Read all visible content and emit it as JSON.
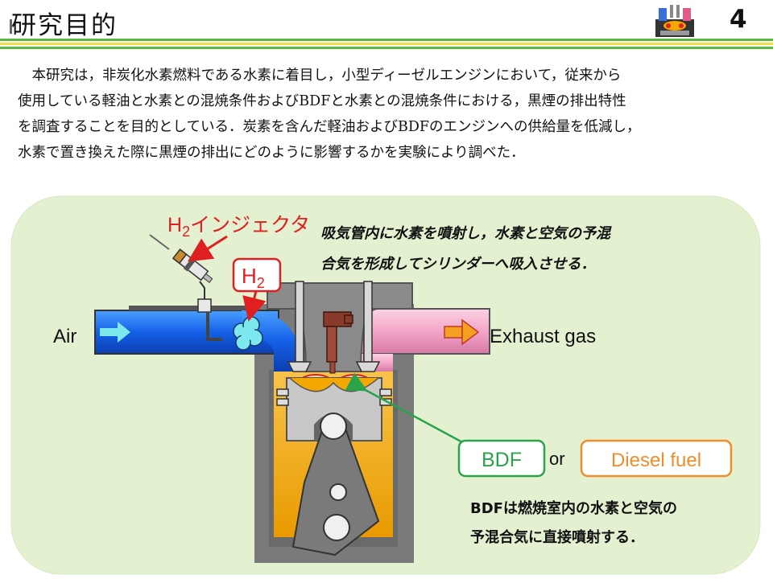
{
  "slide": {
    "title": "研究目的",
    "page_number": "4"
  },
  "body": {
    "lines": [
      "　本研究は，非炭化水素燃料である水素に着目し，小型ディーゼルエンジンにおいて，従来から",
      "使用している軽油と水素との混焼条件およびBDFと水素との混焼条件における，黒煙の排出特性",
      "を調査することを目的としている．炭素を含んだ軽油およびBDFのエンジンへの供給量を低減し，",
      "水素で置き換えた際に黒煙の排出にどのように影響するかを実験により調べた．"
    ]
  },
  "diagram": {
    "injector_label_prefix": "H",
    "injector_label_sub": "2",
    "injector_label_suffix": "インジェクタ",
    "h2_prefix": "H",
    "h2_sub": "2",
    "intake_note_line1": "吸気管内に水素を噴射し，水素と空気の予混",
    "intake_note_line2": "合気を形成してシリンダーへ吸入させる．",
    "air_label": "Air",
    "exhaust_label": "Exhaust gas",
    "bdf_label": "BDF",
    "or_label": "or",
    "diesel_label": "Diesel fuel",
    "bdf_note_line1": "BDFは燃焼室内の水素と空気の",
    "bdf_note_line2": "予混合気に直接噴射する．"
  },
  "colors": {
    "panel_bg": "#e3f1d0",
    "intake_blue": "#1560e8",
    "exhaust_pink": "#f3a5c8",
    "cylinder_orange": "#f2a800",
    "bdf_green": "#2aa34a",
    "diesel_orange": "#f08c2a",
    "red_text": "#e02020",
    "stripe_green": "#5ab83c",
    "stripe_yellow": "#f0e040"
  }
}
